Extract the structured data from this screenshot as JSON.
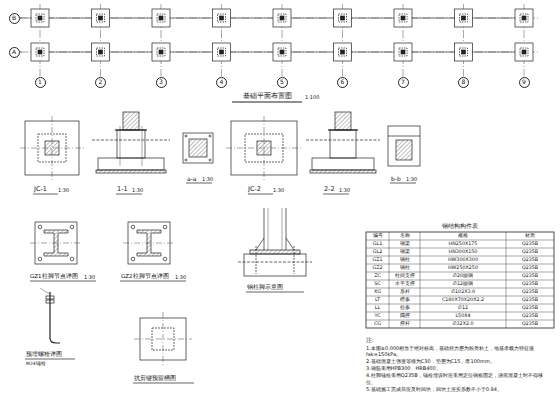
{
  "diagram": {
    "nodes": [
      {
        "text": [
          "B"
        ]
      },
      {
        "text": [
          "A"
        ]
      },
      {
        "text": [
          "1"
        ]
      },
      {
        "text": [
          "2"
        ]
      },
      {
        "text": [
          "3"
        ]
      },
      {
        "text": [
          "4"
        ]
      },
      {
        "text": [
          "5"
        ]
      },
      {
        "text": [
          "6"
        ]
      },
      {
        "text": [
          "7"
        ]
      },
      {
        "text": [
          "8"
        ]
      },
      {
        "text": [
          "9"
        ]
      }
    ],
    "labels": [
      "基础平面布置图",
      "1:100",
      "JC-1",
      "1:30",
      "1-1",
      "1:30",
      "a-a",
      "1:30",
      "JC-2",
      "1:30",
      "2-2",
      "1:30",
      "b-b",
      "1:30",
      "GZ1柱脚节点详图",
      "1:30",
      "GZ2柱脚节点详图",
      "1:30",
      "钢柱脚示意图",
      "预埋螺栓详图",
      "M24锚栓",
      "抗剪键预留槽图",
      "钢结构构件表",
      "编号",
      "名称",
      "规格",
      "材质",
      "GL1",
      "钢梁",
      "HN250X175",
      "Q235B",
      "GL2",
      "钢梁",
      "HN300X150",
      "Q235B",
      "GZ1",
      "钢柱",
      "HW300X300",
      "Q235B",
      "GZ2",
      "钢柱",
      "HW250X250",
      "Q235B",
      "ZC",
      "柱间支撑",
      "∅20圆钢",
      "Q235B",
      "SC",
      "水平支撑",
      "∅12圆钢",
      "Q235B",
      "XG",
      "系杆",
      "∅102X3.0",
      "Q235B",
      "LT",
      "檩条",
      "C180X70X20X2.2",
      "Q235B",
      "LL",
      "拉条",
      "∅12",
      "Q235B",
      "YC",
      "隅撑",
      "L50X4",
      "Q235B",
      "CG",
      "撑杆",
      "∅32X2.0",
      "Q235B",
      "注:",
      "1.本图±0.000相当于绝对标高，基础持力层为粉质粘土，地基承载力特征值fak=150kPa。",
      "2.基础混凝土强度等级为C30，垫层为C15，厚100mm。",
      "3.钢筋采用HPB300、HRB400。",
      "4.柱脚锚栓采用Q235B，锚栓埋设时应采用定位钢板固定，浇筑混凝土时不得移位。",
      "5.基础施工完成后应及时回填，回填土压实系数不小于0.94。"
    ]
  }
}
